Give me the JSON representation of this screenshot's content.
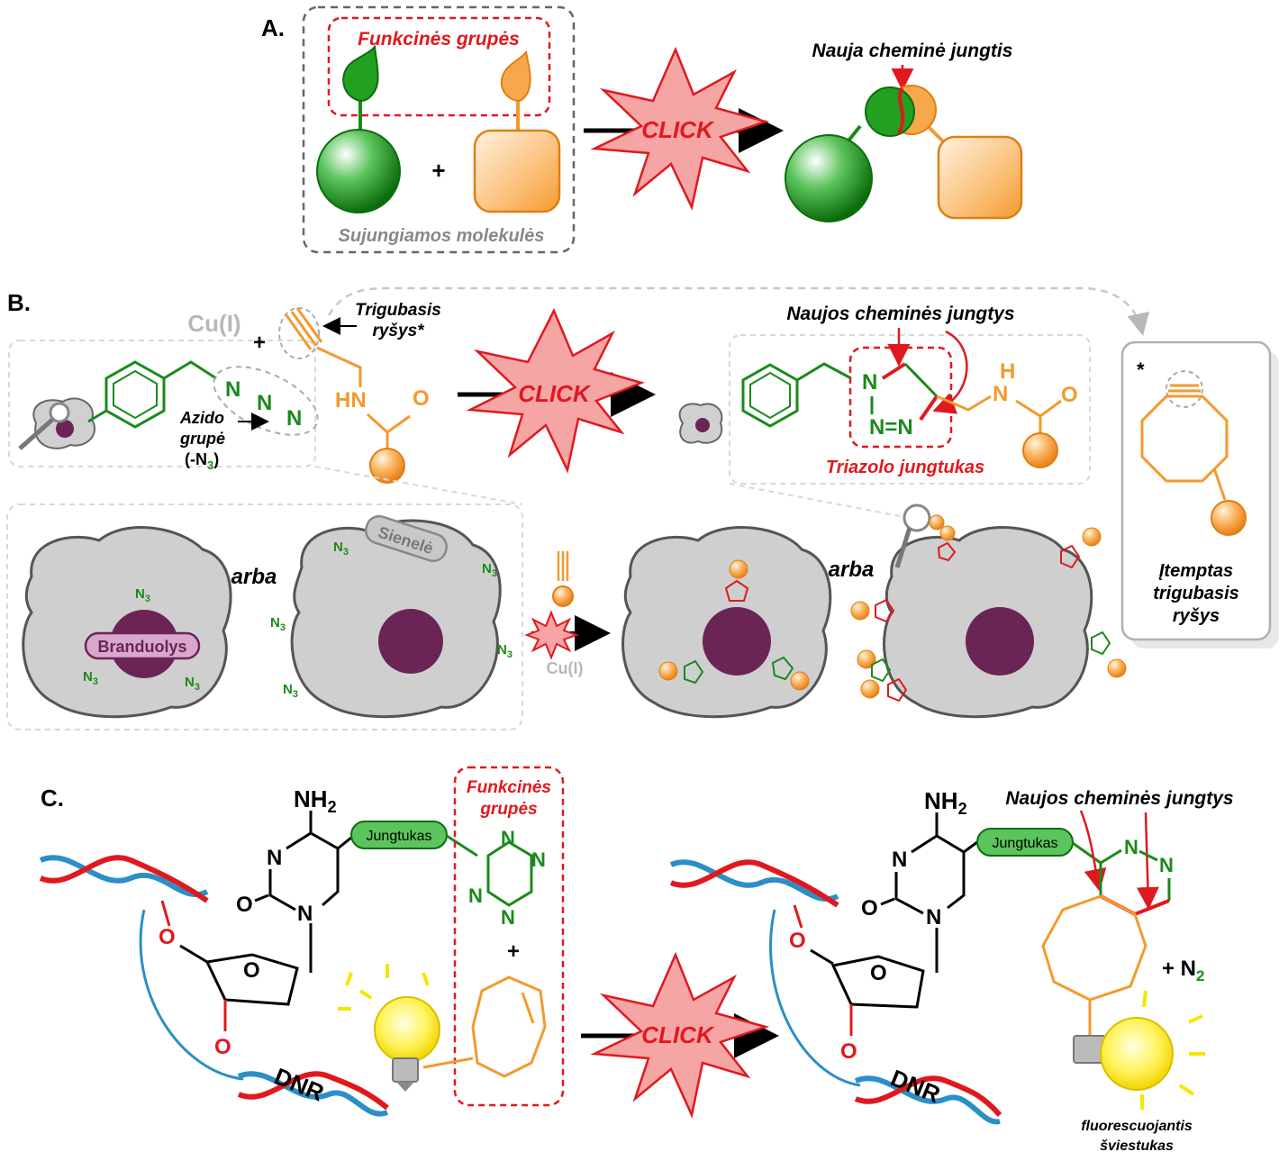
{
  "panels": {
    "a": {
      "letter": "A.",
      "functional_groups": "Funkcinės grupės",
      "joined_molecules": "Sujungiamos molekulės",
      "plus": "+",
      "click": "CLICK",
      "new_bond": "Nauja cheminė jungtis"
    },
    "b": {
      "letter": "B.",
      "cu": "Cu(I)",
      "plus": "+",
      "triple_bond_1": "Trigubasis",
      "triple_bond_2": "ryšys*",
      "azido_1": "Azido",
      "azido_2": "grupė",
      "azido_3": "(-N",
      "azido_3_sub": "3",
      "azido_3_end": ")",
      "click": "CLICK",
      "new_bonds": "Naujos cheminės jungtys",
      "triazole_linker": "Triazolo jungtukas",
      "or_1": "arba",
      "or_2": "arba",
      "nucleus": "Branduolys",
      "wall": "Sienelė",
      "n3": "N",
      "n3_sub": "3",
      "cu_small": "Cu(I)",
      "star": "*",
      "strained_1": "Įtemptas",
      "strained_2": "trigubasis",
      "strained_3": "ryšys",
      "atom_n": "N",
      "atom_o": "O",
      "atom_h": "H",
      "atom_hn": "HN",
      "atom_nn": "N=N"
    },
    "c": {
      "letter": "C.",
      "nh2": "NH",
      "nh2_sub": "2",
      "linker": "Jungtukas",
      "functional_groups_1": "Funkcinės",
      "functional_groups_2": "grupės",
      "plus": "+",
      "click": "CLICK",
      "dna": "DNR",
      "new_bonds": "Naujos cheminės jungtys",
      "n2": "+ N",
      "n2_sub": "2",
      "fluorescent_1": "fluorescuojantis",
      "fluorescent_2": "šviestukas",
      "atom_n": "N",
      "atom_o": "O"
    }
  },
  "colors": {
    "green": "#1a8a1a",
    "orange": "#f39a2e",
    "red": "#e0191f",
    "purple": "#6b2456",
    "gray": "#b0b0b0",
    "star_fill": "#f6a5a5",
    "dna_blue": "#2b8fc7"
  }
}
